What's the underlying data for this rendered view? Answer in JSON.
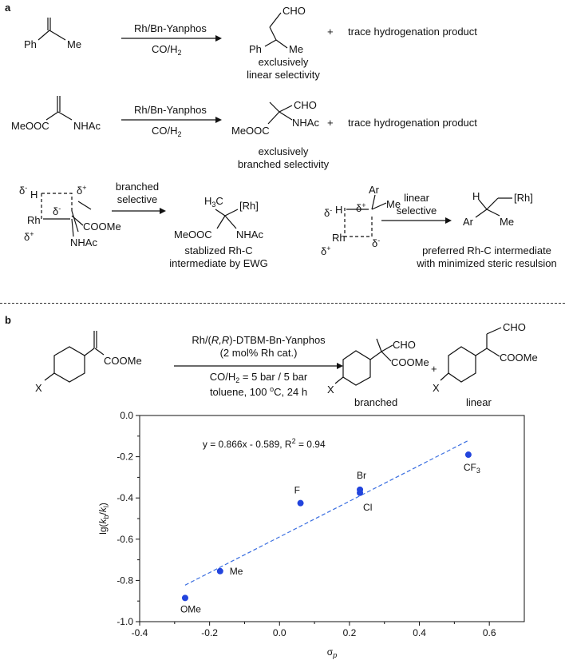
{
  "panel_a": {
    "label": "a",
    "row1": {
      "reagent_top": "Rh/Bn-Yanphos",
      "reagent_bottom_main": "CO/H",
      "reagent_bottom_sub": "2",
      "sm_ph": "Ph",
      "sm_me": "Me",
      "prod_cho": "CHO",
      "prod_ph": "Ph",
      "prod_me": "Me",
      "plus": "+",
      "side_product": "trace hydrogenation product",
      "note_line1": "exclusively",
      "note_line2": "linear selectivity"
    },
    "row2": {
      "reagent_top": "Rh/Bn-Yanphos",
      "reagent_bottom_main": "CO/H",
      "reagent_bottom_sub": "2",
      "sm_meooc": "MeOOC",
      "sm_nhac": "NHAc",
      "prod_cho": "CHO",
      "prod_meooc": "MeOOC",
      "prod_nhac": "NHAc",
      "plus": "+",
      "side_product": "trace hydrogenation product",
      "note_line1": "exclusively",
      "note_line2": "branched selectivity"
    },
    "row3": {
      "ts1_delta_minus_h": "δ",
      "ts1_h": "H",
      "ts1_delta_plus_top": "δ",
      "ts1_delta_minus_mid": "δ",
      "ts1_delta_plus_rh": "δ",
      "ts1_rh": "Rh",
      "ts1_coome": "COOMe",
      "ts1_nhac": "NHAc",
      "arrow1_line1": "branched",
      "arrow1_line2": "selective",
      "int1_h3c": "H",
      "int1_h3c_sub": "3",
      "int1_c": "C",
      "int1_rh": "[Rh]",
      "int1_meooc": "MeOOC",
      "int1_nhac": "NHAc",
      "int1_note_line1": "stablized Rh-C",
      "int1_note_line2": "intermediate by EWG",
      "ts2_ar": "Ar",
      "ts2_me": "Me",
      "ts2_delta_minus_h": "δ",
      "ts2_h": "H",
      "ts2_delta_plus_mid": "δ",
      "ts2_rh": "Rh",
      "ts2_delta_plus_rh": "δ",
      "ts2_delta_minus_c": "δ",
      "arrow2_line1": "linear",
      "arrow2_line2": "selective",
      "int2_h": "H",
      "int2_rh": "[Rh]",
      "int2_ar": "Ar",
      "int2_me": "Me",
      "int2_note_line1": "preferred Rh-C intermediate",
      "int2_note_line2": "with minimized steric resulsion"
    }
  },
  "panel_b": {
    "label": "b",
    "sm_coome": "COOMe",
    "sm_x": "X",
    "reagent_line1_pre": "Rh/(",
    "reagent_line1_italic": "R,R",
    "reagent_line1_post": ")-DTBM-Bn-Yanphos",
    "reagent_line2": "(2 mol% Rh cat.)",
    "cond_line1_main": "CO/H",
    "cond_line1_sub": "2",
    "cond_line1_rest": " = 5 bar / 5 bar",
    "cond_line2_pre": "toluene, 100 ",
    "cond_line2_sup": "o",
    "cond_line2_post": "C, 24 h",
    "branched_cho": "CHO",
    "branched_coome": "COOMe",
    "branched_x": "X",
    "branched_label": "branched",
    "plus": "+",
    "linear_cho": "CHO",
    "linear_coome": "COOMe",
    "linear_x": "X",
    "linear_label": "linear"
  },
  "chart_data": {
    "type": "scatter",
    "xlabel": "σp",
    "ylabel": "lg(kb/kl)",
    "xlim": [
      -0.4,
      0.7
    ],
    "ylim": [
      -1.0,
      0.0
    ],
    "x_ticks": [
      -0.4,
      -0.2,
      0.0,
      0.2,
      0.4,
      0.6
    ],
    "x_tick_labels": [
      "-0.4",
      "-0.2",
      "0.0",
      "0.2",
      "0.4",
      "0.6"
    ],
    "y_ticks": [
      0.0,
      -0.2,
      -0.4,
      -0.6,
      -0.8,
      -1.0
    ],
    "y_tick_labels": [
      "0.0",
      "-0.2",
      "-0.4",
      "-0.6",
      "-0.8",
      "-1.0"
    ],
    "equation": "y = 0.866x - 0.589, R",
    "equation_sup": "2",
    "equation_tail": " = 0.94",
    "fit": {
      "slope": 0.866,
      "intercept": -0.589,
      "x_range": [
        -0.27,
        0.54
      ]
    },
    "grid": false,
    "points": [
      {
        "label": "OMe",
        "x": -0.27,
        "y": -0.885
      },
      {
        "label": "Me",
        "x": -0.17,
        "y": -0.755
      },
      {
        "label": "F",
        "x": 0.06,
        "y": -0.425
      },
      {
        "label": "Cl",
        "x": 0.23,
        "y": -0.375
      },
      {
        "label": "Br",
        "x": 0.23,
        "y": -0.36
      },
      {
        "label": "CF",
        "label_sub": "3",
        "x": 0.54,
        "y": -0.19
      }
    ],
    "colors": {
      "point": "#2244dd",
      "fit_line": "#3a6ee0"
    }
  }
}
